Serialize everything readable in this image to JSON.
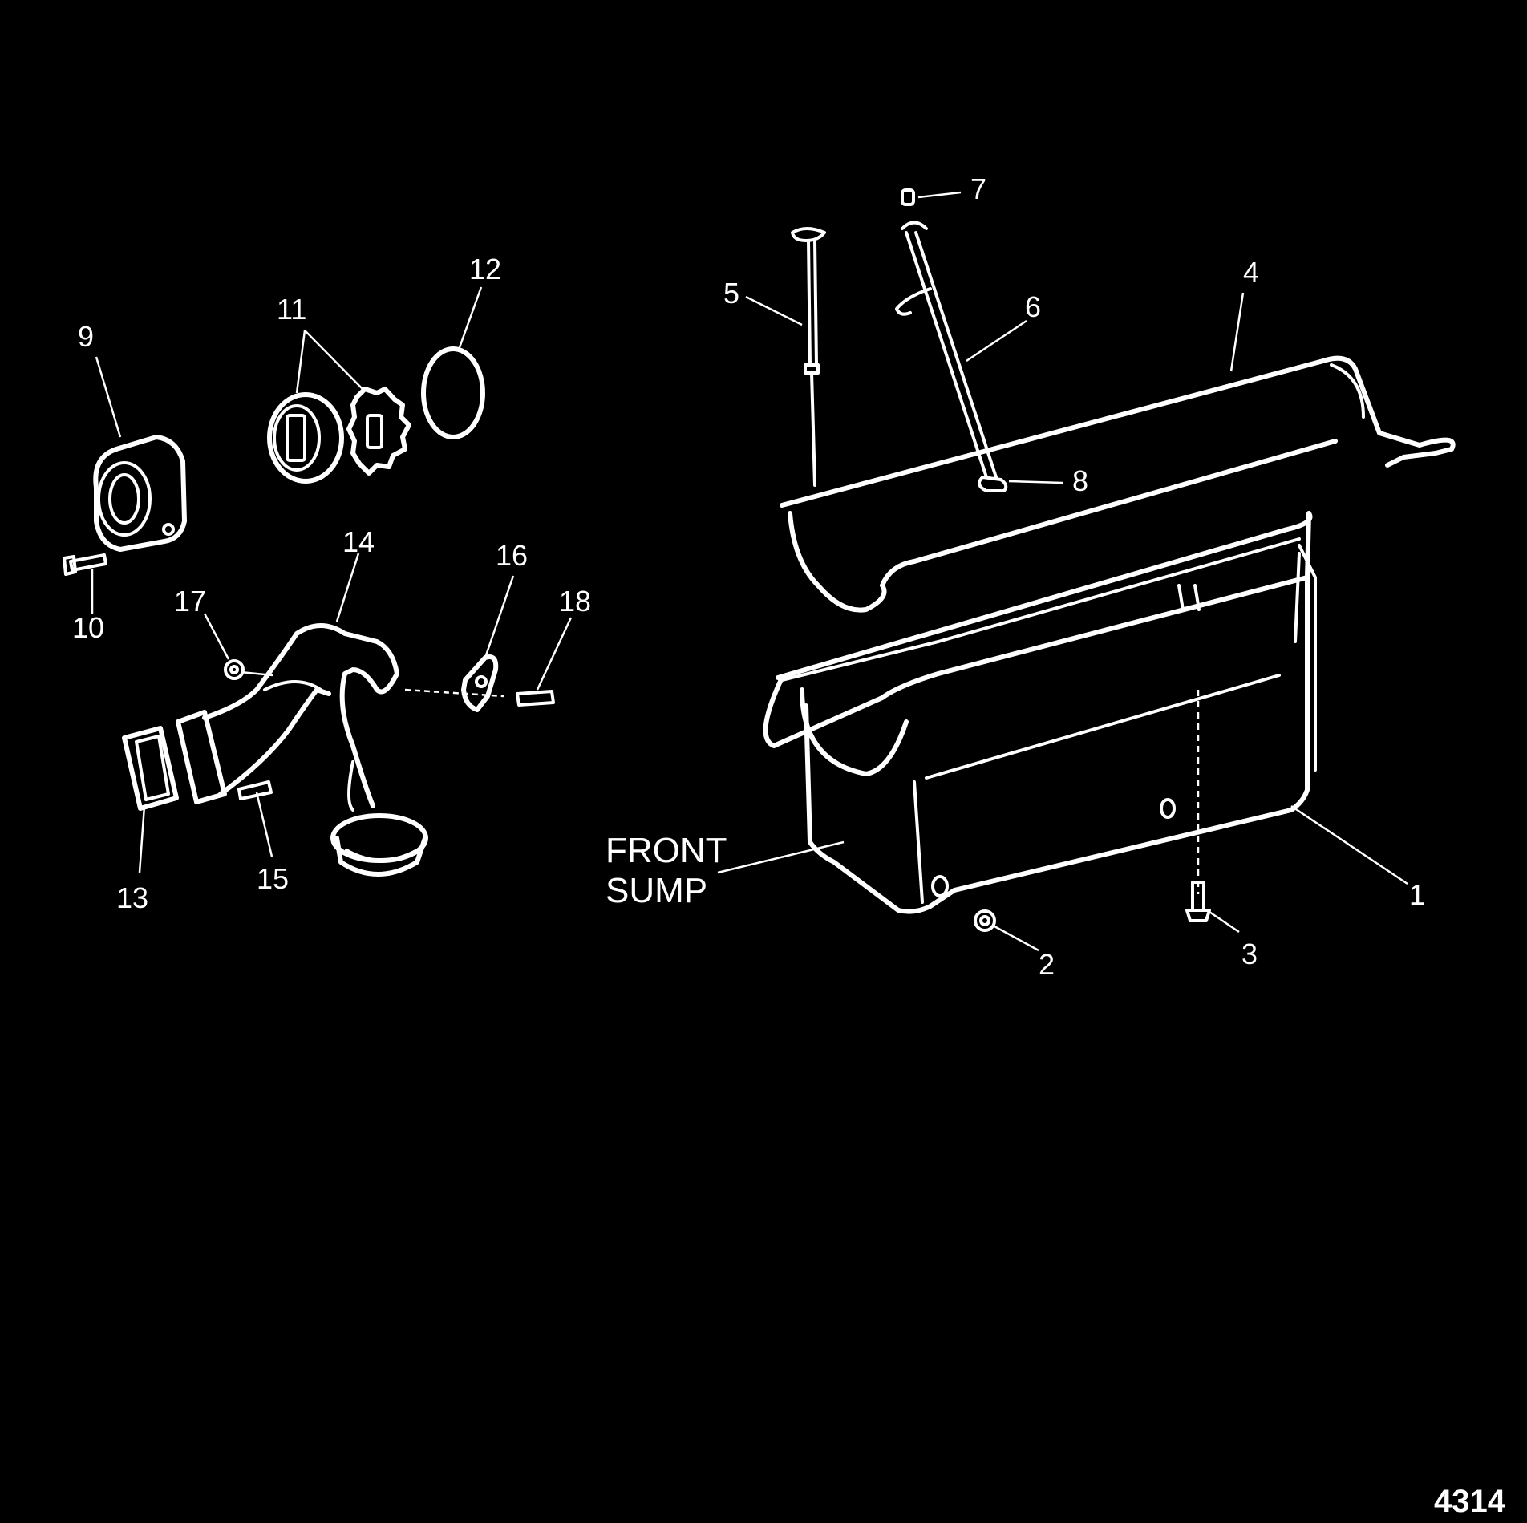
{
  "diagram": {
    "background": "#000000",
    "foreground": "#ffffff",
    "callouts": {
      "c1": "1",
      "c2": "2",
      "c3": "3",
      "c4": "4",
      "c5": "5",
      "c6": "6",
      "c7": "7",
      "c8": "8",
      "c9": "9",
      "c10": "10",
      "c11": "11",
      "c12": "12",
      "c13": "13",
      "c14": "14",
      "c15": "15",
      "c16": "16",
      "c17": "17",
      "c18": "18"
    },
    "front_label_line1": "FRONT",
    "front_label_line2": "SUMP",
    "figure_number": "4314"
  }
}
